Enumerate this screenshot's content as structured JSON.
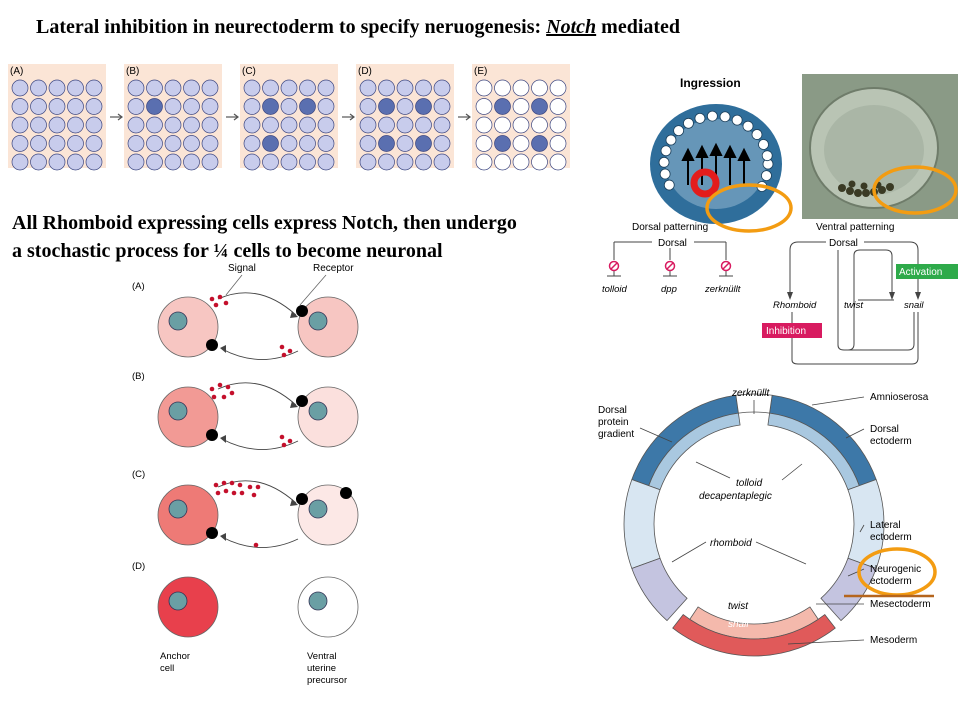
{
  "title": {
    "before": "Lateral inhibition in neurectoderm to specify neruogenesis: ",
    "gene": "Notch",
    "after": " mediated"
  },
  "description": {
    "line1": "All Rhomboid expressing cells express Notch, then undergo",
    "line2": "a stochastic process for ¼ cells to become neuronal"
  },
  "grid_panels": [
    {
      "label": "(A)",
      "dark": []
    },
    {
      "label": "(B)",
      "dark": [
        [
          1,
          1
        ]
      ]
    },
    {
      "label": "(C)",
      "dark": [
        [
          1,
          1
        ],
        [
          1,
          3
        ],
        [
          3,
          1
        ]
      ]
    },
    {
      "label": "(D)",
      "dark": [
        [
          1,
          1
        ],
        [
          1,
          3
        ],
        [
          3,
          1
        ],
        [
          3,
          3
        ]
      ]
    },
    {
      "label": "(E)",
      "dark": [
        [
          1,
          1
        ],
        [
          1,
          3
        ],
        [
          3,
          1
        ],
        [
          3,
          3
        ]
      ]
    }
  ],
  "signal_diagram": {
    "signal_label": "Signal",
    "receptor_label": "Receptor",
    "rows": [
      {
        "label": "(A)",
        "left_color": "#f7c6c2",
        "right_color": "#f7c6c2",
        "left_dots": 4,
        "right_dots": 3
      },
      {
        "label": "(B)",
        "left_color": "#f29a95",
        "right_color": "#fbe0dd",
        "left_dots": 6,
        "right_dots": 3
      },
      {
        "label": "(C)",
        "left_color": "#ee7a76",
        "right_color": "#fce8e6",
        "left_dots": 11,
        "right_dots": 1
      },
      {
        "label": "(D)",
        "left_color": "#e8404c",
        "right_color": "#ffffff",
        "left_dots": 0,
        "right_dots": 0
      }
    ],
    "anchor_label": [
      "Anchor",
      "cell"
    ],
    "vpu_label": [
      "Ventral",
      "uterine",
      "precursor"
    ]
  },
  "embryo": {
    "ingression_label": "Ingression",
    "dorsal_patterning": "Dorsal patterning",
    "ventral_patterning": "Ventral patterning",
    "dorsal_left": "Dorsal",
    "dorsal_right": "Dorsal",
    "targets_left": [
      "tolloid",
      "dpp",
      "zerknüllt"
    ],
    "targets_right": [
      "Rhomboid",
      "twist",
      "snail"
    ],
    "activation": "Activation",
    "inhibition": "Inhibition"
  },
  "cross_section": {
    "left_labels": [
      "Dorsal",
      "protein",
      "gradient"
    ],
    "top_label": "zerknüllt",
    "inner_labels": [
      "tolloid",
      "decapentaplegic",
      "rhomboid"
    ],
    "band_labels": [
      "twist",
      "snail"
    ],
    "right_labels": [
      "Amnioserosa",
      "Dorsal ectoderm",
      "Lateral ectoderm",
      "Neurogenic ectoderm",
      "Mesectoderm",
      "Mesoderm"
    ]
  },
  "colors": {
    "grid_bg": "#fbe5d6",
    "cell_light": "#c8ccec",
    "cell_dark": "#5a6fb0",
    "cell_white": "#ffffff",
    "highlight_orange": "#f39c12",
    "highlight_red": "#e31c1c",
    "activation": "#2eaa4a",
    "inhibition": "#d81b60",
    "dorsal_blue": "#3d78a8",
    "mesoderm_red": "#e05a5a",
    "twist_pink": "#f4b9ac",
    "lateral_lavender": "#c4c4e0"
  }
}
